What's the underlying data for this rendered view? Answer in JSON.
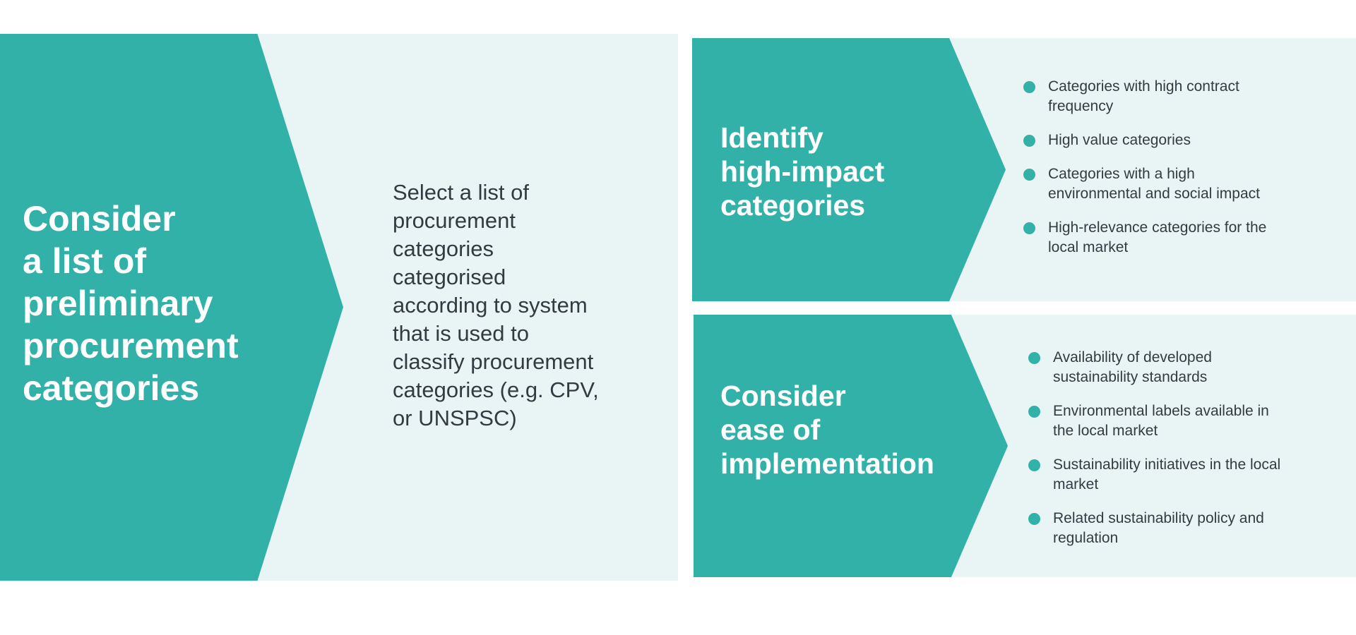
{
  "colors": {
    "accent": "#31b1a8",
    "panel_background": "#e9f5f4",
    "text": "#333b42",
    "title_text": "#ffffff"
  },
  "left": {
    "title": "Consider\na list of\npreliminary\nprocurement\ncategories",
    "body": "Select a list of\nprocurement\ncategories\ncategorised\naccording to system\nthat is used to\nclassify procurement\ncategories (e.g. CPV,\nor UNSPSC)"
  },
  "top_right": {
    "title": "Identify\nhigh-impact\ncategories",
    "bullets": [
      "Categories with high contract\nfrequency",
      "High value categories",
      "Categories with a high\nenvironmental and social impact",
      "High-relevance categories for the\nlocal market"
    ]
  },
  "bottom_right": {
    "title": "Consider\nease of\nimplementation",
    "bullets": [
      "Availability of developed\nsustainability standards",
      "Environmental labels available in\nthe local market",
      "Sustainability initiatives in the local\nmarket",
      "Related sustainability policy and\nregulation"
    ]
  }
}
